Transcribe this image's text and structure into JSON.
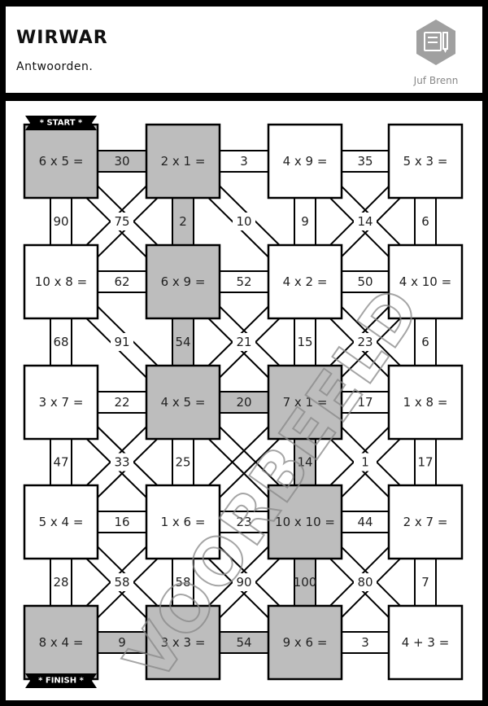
{
  "header": {
    "title": "WIRWAR",
    "subtitle": "Antwoorden.",
    "logo_text": "Juf Brenn",
    "logo_icon": "notebook-pencil-icon"
  },
  "board": {
    "start_label": "* START *",
    "finish_label": "* FINISH *",
    "watermark": "VOORBEELD",
    "shaded_color": "#bdbdbd",
    "grid": [
      [
        {
          "text": "6 x 5 =",
          "shaded": true
        },
        {
          "text": "2 x 1 =",
          "shaded": true
        },
        {
          "text": "4 x 9 =",
          "shaded": false
        },
        {
          "text": "5 x 3 =",
          "shaded": false
        }
      ],
      [
        {
          "text": "10 x 8 =",
          "shaded": false
        },
        {
          "text": "6 x 9 =",
          "shaded": true
        },
        {
          "text": "4 x 2 =",
          "shaded": false
        },
        {
          "text": "4 x 10 =",
          "shaded": false
        }
      ],
      [
        {
          "text": "3 x 7 =",
          "shaded": false
        },
        {
          "text": "4 x 5 =",
          "shaded": true
        },
        {
          "text": "7 x 1 =",
          "shaded": true
        },
        {
          "text": "1 x 8 =",
          "shaded": false
        }
      ],
      [
        {
          "text": "5 x 4 =",
          "shaded": false
        },
        {
          "text": "1 x 6 =",
          "shaded": false
        },
        {
          "text": "10 x 10 =",
          "shaded": true
        },
        {
          "text": "2 x 7 =",
          "shaded": false
        }
      ],
      [
        {
          "text": "8 x 4 =",
          "shaded": true
        },
        {
          "text": "3 x 3 =",
          "shaded": true
        },
        {
          "text": "9 x 6 =",
          "shaded": true
        },
        {
          "text": "4 + 3 =",
          "shaded": false
        }
      ]
    ],
    "h_labels": [
      [
        {
          "text": "30",
          "shaded": true
        },
        {
          "text": "3",
          "shaded": false
        },
        {
          "text": "35",
          "shaded": false
        }
      ],
      [
        {
          "text": "62",
          "shaded": false
        },
        {
          "text": "52",
          "shaded": false
        },
        {
          "text": "50",
          "shaded": false
        }
      ],
      [
        {
          "text": "22",
          "shaded": false
        },
        {
          "text": "20",
          "shaded": true
        },
        {
          "text": "17",
          "shaded": false
        }
      ],
      [
        {
          "text": "16",
          "shaded": false
        },
        {
          "text": "23",
          "shaded": false
        },
        {
          "text": "44",
          "shaded": false
        }
      ],
      [
        {
          "text": "9",
          "shaded": true
        },
        {
          "text": "54",
          "shaded": true
        },
        {
          "text": "3",
          "shaded": false
        }
      ]
    ],
    "v_labels": [
      [
        {
          "text": "90",
          "shaded": false
        },
        {
          "text": "2",
          "shaded": true
        },
        {
          "text": "9",
          "shaded": false
        },
        {
          "text": "6",
          "shaded": false
        }
      ],
      [
        {
          "text": "68",
          "shaded": false
        },
        {
          "text": "54",
          "shaded": true
        },
        {
          "text": "15",
          "shaded": false
        },
        {
          "text": "6",
          "shaded": false
        }
      ],
      [
        {
          "text": "47",
          "shaded": false
        },
        {
          "text": "25",
          "shaded": false
        },
        {
          "text": "14",
          "shaded": true
        },
        {
          "text": "17",
          "shaded": false
        }
      ],
      [
        {
          "text": "28",
          "shaded": false
        },
        {
          "text": "58",
          "shaded": false
        },
        {
          "text": "100",
          "shaded": true
        },
        {
          "text": "7",
          "shaded": false
        }
      ]
    ],
    "d_labels": [
      [
        {
          "text": "75"
        },
        {
          "text": "10"
        },
        {
          "text": "14"
        }
      ],
      [
        {
          "text": "91"
        },
        {
          "text": "21"
        },
        {
          "text": "23"
        }
      ],
      [
        {
          "text": "33"
        },
        {
          "text": "1"
        }
      ],
      [
        {
          "text": "58"
        },
        {
          "text": "90"
        },
        {
          "text": "80"
        }
      ]
    ]
  }
}
